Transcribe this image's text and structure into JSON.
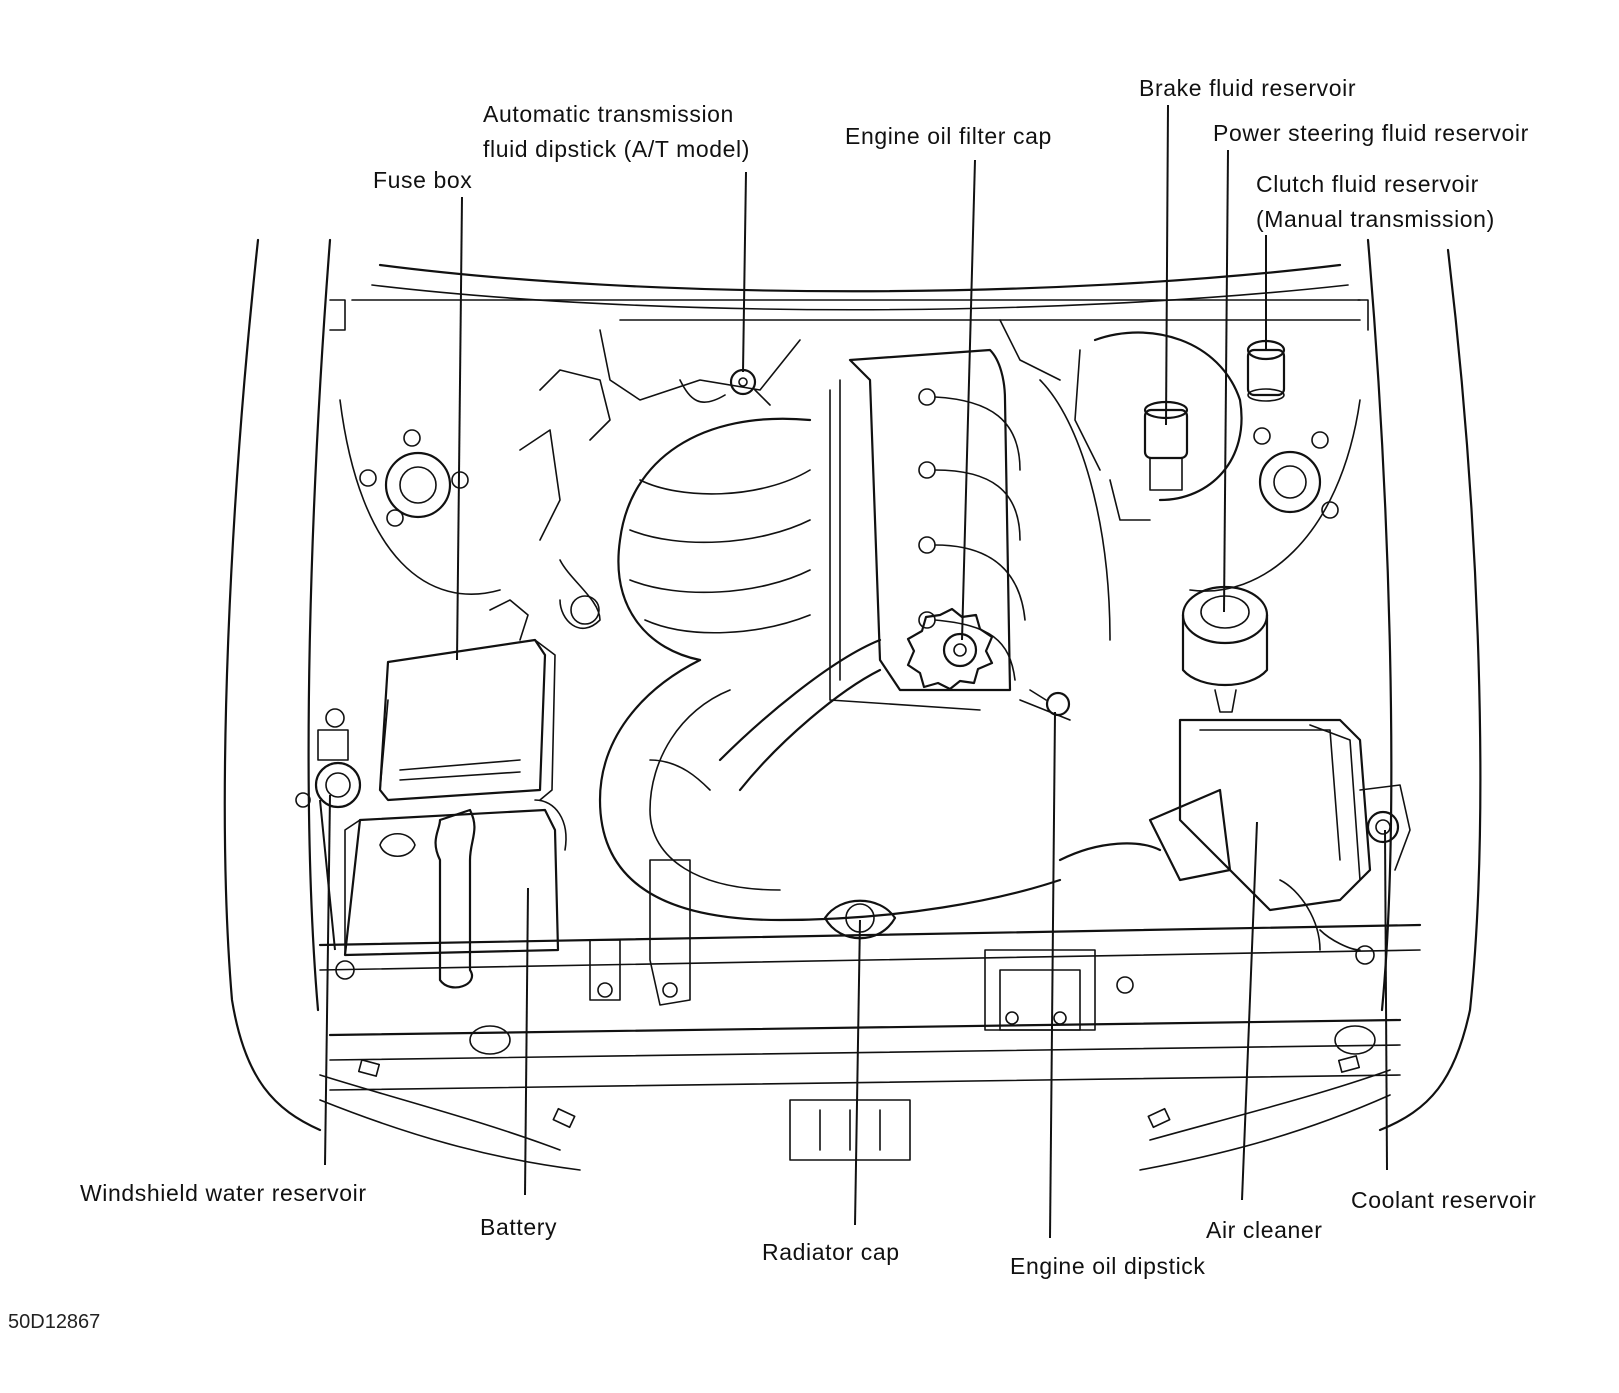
{
  "labels": {
    "auto_trans_dipstick_line1": "Automatic transmission",
    "auto_trans_dipstick_line2": "fluid dipstick (A/T model)",
    "fuse_box": "Fuse box",
    "engine_oil_filter_cap": "Engine oil filter cap",
    "brake_fluid_reservoir": "Brake fluid reservoir",
    "power_steering_fluid_reservoir": "Power steering fluid reservoir",
    "clutch_fluid_reservoir_line1": "Clutch fluid reservoir",
    "clutch_fluid_reservoir_line2": "(Manual transmission)",
    "windshield_water_reservoir": "Windshield water reservoir",
    "battery": "Battery",
    "radiator_cap": "Radiator cap",
    "engine_oil_dipstick": "Engine oil dipstick",
    "air_cleaner": "Air cleaner",
    "coolant_reservoir": "Coolant reservoir"
  },
  "figure_code": "50D12867"
}
